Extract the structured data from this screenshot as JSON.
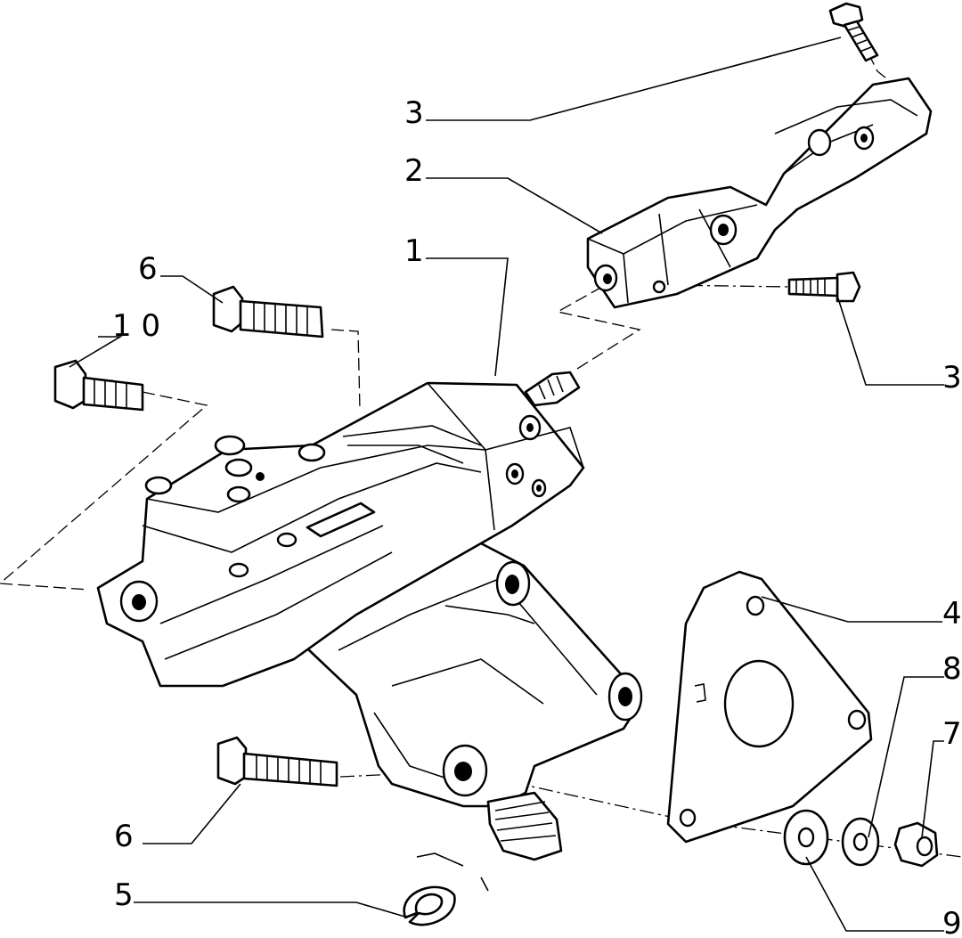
{
  "callouts": [
    {
      "id": "c3a",
      "label": "3"
    },
    {
      "id": "c2",
      "label": "2"
    },
    {
      "id": "c1",
      "label": "1"
    },
    {
      "id": "c6a",
      "label": "6"
    },
    {
      "id": "c10",
      "label": "1 0"
    },
    {
      "id": "c3b",
      "label": "3"
    },
    {
      "id": "c4",
      "label": "4"
    },
    {
      "id": "c8",
      "label": "8"
    },
    {
      "id": "c7",
      "label": "7"
    },
    {
      "id": "c6b",
      "label": "6"
    },
    {
      "id": "c5",
      "label": "5"
    },
    {
      "id": "c9",
      "label": "9"
    }
  ]
}
